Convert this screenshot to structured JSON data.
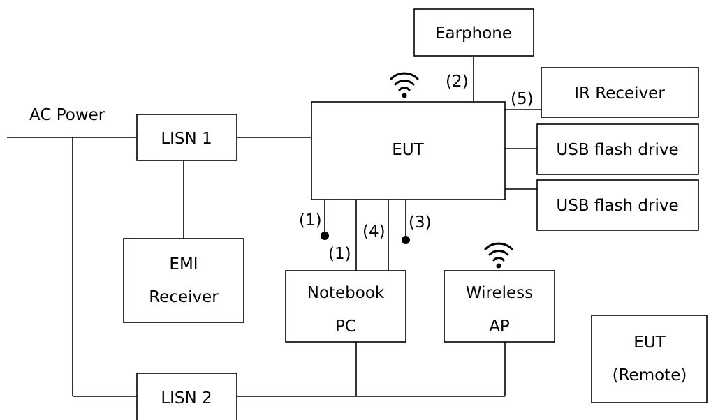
{
  "labels": {
    "ac_power": "AC Power",
    "lisn1": "LISN 1",
    "lisn2": "LISN 2",
    "emi_receiver": [
      "EMI",
      "Receiver"
    ],
    "eut": "EUT",
    "earphone": "Earphone",
    "ir_receiver": "IR Receiver",
    "usb_drive_1": "USB flash drive",
    "usb_drive_2": "USB flash drive",
    "notebook_pc": [
      "Notebook",
      "PC"
    ],
    "wireless_ap": [
      "Wireless",
      "AP"
    ],
    "eut_remote": [
      "EUT",
      "(Remote)"
    ]
  },
  "cable_ids": {
    "earphone_cable": "(2)",
    "ir_cable": "(5)",
    "left_open_cable": "(1)",
    "notebook_cable_a": "(1)",
    "notebook_cable_b": "(4)",
    "right_open_cable": "(3)"
  },
  "icons": [
    "wifi-icon-eut",
    "wifi-icon-ap"
  ],
  "colors": {
    "line": "#000000",
    "background": "#ffffff"
  }
}
